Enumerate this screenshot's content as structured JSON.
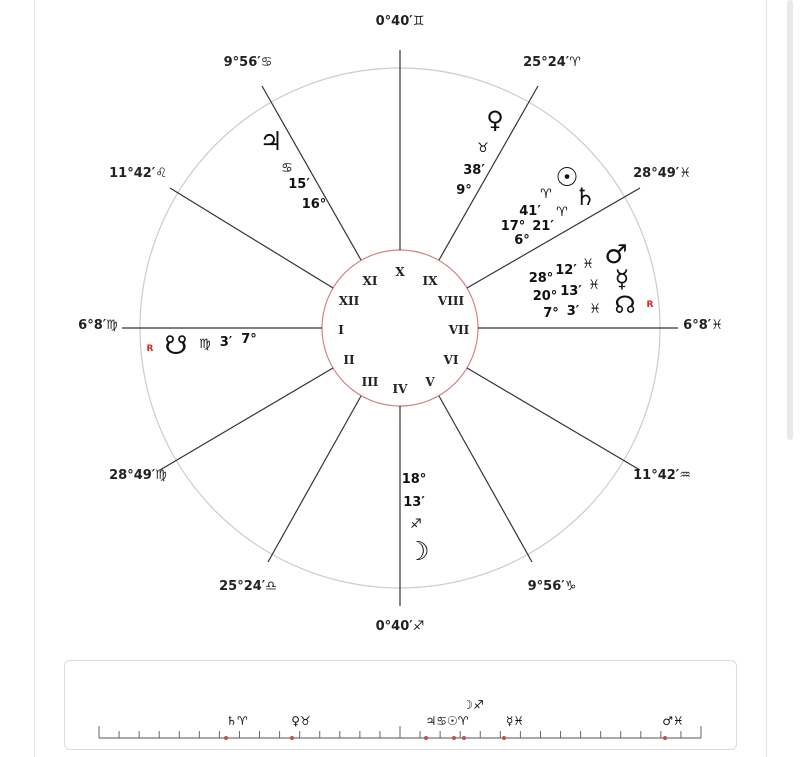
{
  "cusps": {
    "top": "0°40′♊",
    "top_left": "9°56′♋",
    "top_right": "25°24′♈",
    "upper_left": "11°42′♌",
    "upper_right": "28°49′♓",
    "left": "6°8′♍",
    "right": "6°8′♓",
    "lower_left": "28°49′♍",
    "lower_right": "11°42′♒",
    "bottom_left": "25°24′♎",
    "bottom_right": "9°56′♑",
    "bottom": "0°40′♐"
  },
  "houses": [
    "I",
    "II",
    "III",
    "IV",
    "V",
    "VI",
    "VII",
    "VIII",
    "IX",
    "X",
    "XI",
    "XII"
  ],
  "planets": {
    "jupiter": {
      "glyph": "♃",
      "sign": "♋",
      "minutes": "15′",
      "degrees": "16°"
    },
    "venus": {
      "glyph": "♀",
      "sign": "♉",
      "minutes": "38′",
      "degrees": "9°"
    },
    "sun": {
      "glyph": "☉",
      "sign": "♈",
      "minutes": "41′",
      "degrees": "17°"
    },
    "saturn": {
      "glyph": "♄",
      "sign": "♈",
      "minutes": "21′",
      "degrees": "6°"
    },
    "mars": {
      "glyph": "♂",
      "sign": "♓",
      "minutes": "12′",
      "degrees": "28°"
    },
    "mercury": {
      "glyph": "☿",
      "sign": "♓",
      "minutes": "13′",
      "degrees": "20°"
    },
    "node": {
      "glyph": "☊",
      "sign": "♓",
      "minutes": "3′",
      "degrees": "7°",
      "retro": "R"
    },
    "south_node": {
      "glyph": "☋",
      "sign": "♍",
      "minutes": "3′",
      "degrees": "7°",
      "retro": "R"
    },
    "moon": {
      "glyph": "☽",
      "sign": "♐",
      "minutes": "13′",
      "degrees": "18°"
    }
  },
  "strip": {
    "labels": {
      "saturn_aries": "♄♈",
      "venus_taurus": "♀♉",
      "jup_cancer_sun_aries": "♃♋☉♈",
      "moon_sag": "☽♐",
      "mercury_pisces": "☿♓",
      "mars_pisces": "♂♓"
    }
  },
  "colors": {
    "inner_circle": "#d98080",
    "outer_circle": "#cccccc",
    "retro": "#dd2222",
    "marker": "#c05050"
  }
}
